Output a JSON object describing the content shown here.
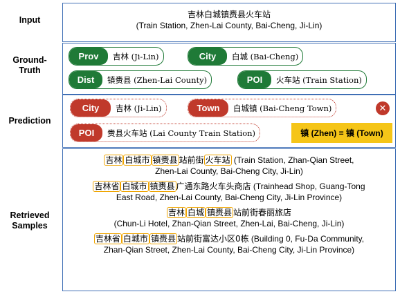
{
  "labels": {
    "input": "Input",
    "ground_truth": "Ground-\nTruth",
    "prediction": "Prediction",
    "retrieved": "Retrieved\nSamples"
  },
  "input": {
    "chinese": "吉林白城镇赉县火车站",
    "english": "(Train Station, Zhen-Lai County, Bai-Cheng, Ji-Lin)"
  },
  "ground_truth": [
    {
      "tag": "Prov",
      "text": "吉林 (Ji-Lin)"
    },
    {
      "tag": "City",
      "text": "白城 (Bai-Cheng)"
    },
    {
      "tag": "Dist",
      "text": "镇赉县 (Zhen-Lai County)"
    },
    {
      "tag": "POI",
      "text": "火车站 (Train Station)"
    }
  ],
  "prediction": [
    {
      "tag": "City",
      "text": "吉林 (Ji-Lin)"
    },
    {
      "tag": "Town",
      "text": "白城镇 (Bai-Cheng Town)"
    },
    {
      "tag": "POI",
      "text": "赉县火车站 (Lai County Train Station)"
    }
  ],
  "prediction_note": "镇 (Zhen) = 镇 (Town)",
  "error_icon": "x-circle-icon",
  "samples": [
    {
      "highlighted": [
        "吉林",
        "白城市",
        "镇赉县"
      ],
      "mid": "站前街",
      "tail_hl": "火车站",
      "english_line1": " (Train Station, Zhan-Qian Street,",
      "english_line2": "Zhen-Lai County, Bai-Cheng City, Ji-Lin)"
    },
    {
      "highlighted": [
        "吉林省",
        "白城市",
        "镇赉县"
      ],
      "mid": "广通东路火车头商店",
      "english_line1": " (Trainhead Shop, Guang-Tong",
      "english_line2": "East Road, Zhen-Lai County, Bai-Cheng City, Ji-Lin Province)"
    },
    {
      "highlighted": [
        "吉林",
        "白城",
        "镇赉县"
      ],
      "mid": "站前街春丽旅店",
      "english_line2": "(Chun-Li Hotel, Zhan-Qian Street, Zhen-Lai, Bai-Cheng, Ji-Lin)"
    },
    {
      "highlighted": [
        "吉林省",
        "白城市",
        "镇赉县"
      ],
      "mid": "站前街富达小区0栋",
      "english_line1": " (Building 0, Fu-Da Community,",
      "english_line2": "Zhan-Qian Street, Zhen-Lai County, Bai-Cheng City, Ji-Lin Province)"
    }
  ],
  "colors": {
    "panel_border": "#3f6fb5",
    "gt_green": "#1f7a37",
    "pred_red": "#c0392b",
    "highlight_orange": "#f0a500",
    "note_yellow": "#f5c518"
  }
}
